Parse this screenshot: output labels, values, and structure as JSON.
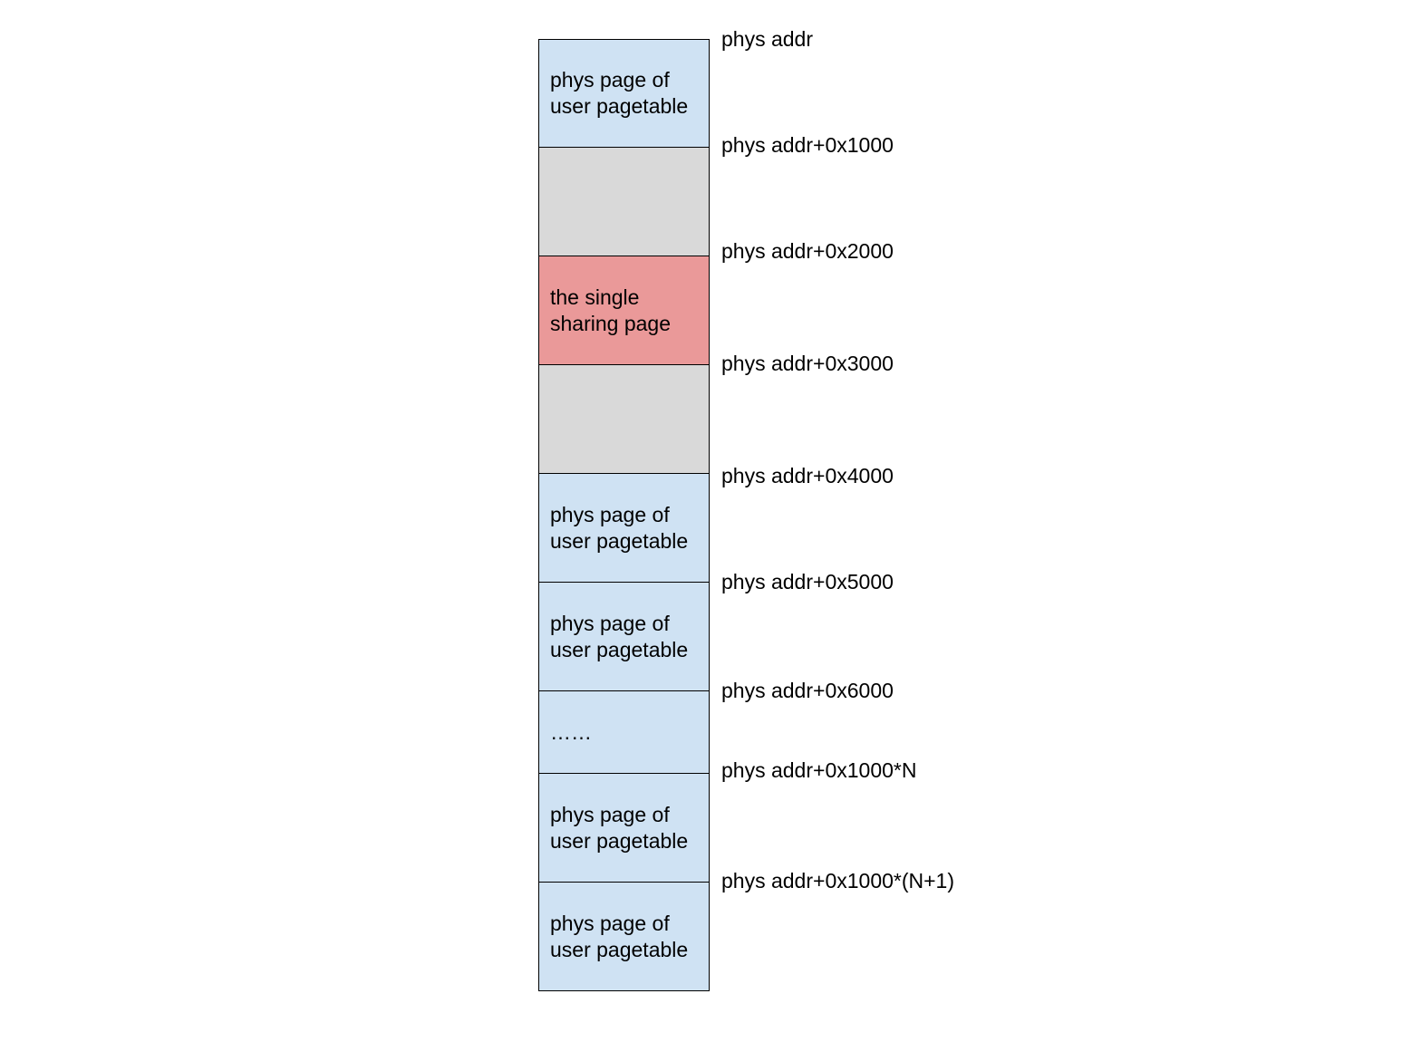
{
  "colors": {
    "user_pagetable": "#cfe2f3",
    "empty": "#d9d9d9",
    "sharing": "#ea9999",
    "border": "#000000"
  },
  "blocks": [
    {
      "label": "phys page of\nuser pagetable",
      "kind": "user_pagetable"
    },
    {
      "label": "",
      "kind": "empty"
    },
    {
      "label": "the single\nsharing page",
      "kind": "sharing"
    },
    {
      "label": "",
      "kind": "empty"
    },
    {
      "label": "phys page of\nuser pagetable",
      "kind": "user_pagetable"
    },
    {
      "label": "phys page of\nuser pagetable",
      "kind": "user_pagetable"
    },
    {
      "label": "……",
      "kind": "user_pagetable"
    },
    {
      "label": "phys page of\nuser pagetable",
      "kind": "user_pagetable"
    },
    {
      "label": "phys page of\nuser pagetable",
      "kind": "user_pagetable"
    }
  ],
  "addresses": [
    "phys addr",
    "phys addr+0x1000",
    "phys addr+0x2000",
    "phys addr+0x3000",
    "phys addr+0x4000",
    "phys addr+0x5000",
    "phys addr+0x6000",
    "phys addr+0x1000*N",
    "phys addr+0x1000*(N+1)"
  ]
}
